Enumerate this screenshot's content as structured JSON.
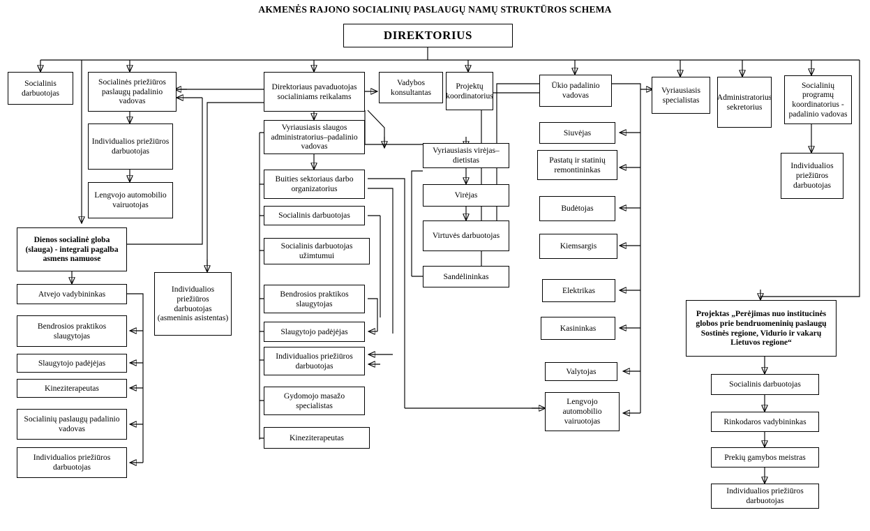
{
  "title": "AKMENĖS RAJONO SOCIALINIŲ PASLAUGŲ NAMŲ STRUKTŪROS SCHEMA",
  "chart_data": {
    "type": "diagram",
    "title": "AKMENĖS RAJONO SOCIALINIŲ PASLAUGŲ NAMŲ STRUKTŪROS SCHEMA",
    "layout": "organizational-hierarchy",
    "root": "DIREKTORIUS"
  },
  "nodes": {
    "direktorius": "DIREKTORIUS",
    "socialinis_darbuotojas_l": "Socialinis darbuotojas",
    "socialines_prieziuros_vadovas": "Socialinės priežiūros paslaugų padalinio vadovas",
    "indiv_prieziuros_darb_l1": "Individualios priežiūros darbuotojas",
    "lengvojo_vairuotojas_l": "Lengvojo automobilio vairuotojas",
    "dienos_socialine_globa": "Dienos socialinė globa (slauga) - integrali pagalba asmens namuose",
    "atvejo_vadybininkas": "Atvejo vadybininkas",
    "bendrosios_praktikos_l": "Bendrosios praktikos slaugytojas",
    "slaugytojo_padejejas_l": "Slaugytojo padėjėjas",
    "kineziterapeutas_l": "Kineziterapeutas",
    "socialiniu_paslaugu_vadovas": "Socialinių paslaugų padalinio vadovas",
    "indiv_prieziuros_darb_l2": "Individualios priežiūros darbuotojas",
    "indiv_prieziuros_asistentas": "Individualios priežiūros darbuotojas (asmeninis asistentas)",
    "direktoriaus_pavaduotojas": "Direktoriaus pavaduotojas socialiniams reikalams",
    "vyriausiasis_slaugos": "Vyriausiasis slaugos administratorius–padalinio vadovas",
    "buities_sektoriaus": "Buities sektoriaus darbo organizatorius",
    "socialinis_darbuotojas_c": "Socialinis darbuotojas",
    "socialinis_darbuotojas_uzimtumui": "Socialinis darbuotojas užimtumui",
    "bendrosios_praktikos_c": "Bendrosios praktikos slaugytojas",
    "slaugytojo_padejejas_c": "Slaugytojo padėjėjas",
    "indiv_prieziuros_darb_c": "Individualios priežiūros darbuotojas",
    "gydomojo_masazo": "Gydomojo masažo specialistas",
    "kineziterapeutas_c": "Kineziterapeutas",
    "vadybos_konsultantas": "Vadybos konsultantas",
    "projektu_koordinatorius": "Projektų koordinatorius",
    "vyriausiasis_virejas": "Vyriausiasis virėjas–dietistas",
    "virejas": "Virėjas",
    "virtuves_darbuotojas": "Virtuvės darbuotojas",
    "sandelininkas": "Sandėlininkas",
    "ukio_padalinio_vadovas": "Ūkio padalinio vadovas",
    "siuvejas": "Siuvėjas",
    "pastatu_remontininkas": "Pastatų ir statinių remontininkas",
    "budetojas": "Budėtojas",
    "kiemsargis": "Kiemsargis",
    "elektrikas": "Elektrikas",
    "kasininkas": "Kasininkas",
    "valytojas": "Valytojas",
    "lengvojo_vairuotojas_r": "Lengvojo automobilio vairuotojas",
    "vyriausiasis_specialistas": "Vyriausiasis specialistas",
    "administratorius_sekretorius": "Administratorius sekretorius",
    "socialiniu_programu_koordinatorius": "Socialinių programų koordinatorius -padalinio vadovas",
    "indiv_prieziuros_darb_r": "Individualios priežiūros darbuotojas",
    "projektas": "Projektas „Perėjimas nuo institucinės globos prie bendruomeninių paslaugų Sostinės regione, Vidurio ir vakarų Lietuvos regione“",
    "socialinis_darbuotojas_p": "Socialinis darbuotojas",
    "rinkodaros_vadybininkas": "Rinkodaros vadybininkas",
    "prekiu_gamybos_meistras": "Prekių gamybos meistras",
    "indiv_prieziuros_darb_p": "Individualios priežiūros darbuotojas"
  },
  "colors": {
    "line": "#000000",
    "box_border": "#000000",
    "background": "#ffffff"
  }
}
